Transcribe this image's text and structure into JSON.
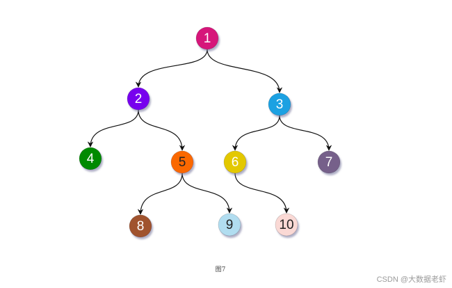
{
  "diagram": {
    "nodes": [
      {
        "id": "n1",
        "label": "1",
        "fill": "#d6127a",
        "text_color": "#ffffff"
      },
      {
        "id": "n2",
        "label": "2",
        "fill": "#7700ee",
        "text_color": "#ffffff"
      },
      {
        "id": "n3",
        "label": "3",
        "fill": "#1ba1e2",
        "text_color": "#ffffff"
      },
      {
        "id": "n4",
        "label": "4",
        "fill": "#008a00",
        "text_color": "#ffffff"
      },
      {
        "id": "n5",
        "label": "5",
        "fill": "#fa6800",
        "text_color": "#222222"
      },
      {
        "id": "n6",
        "label": "6",
        "fill": "#e3c800",
        "text_color": "#ffffff"
      },
      {
        "id": "n7",
        "label": "7",
        "fill": "#76608a",
        "text_color": "#ffffff"
      },
      {
        "id": "n8",
        "label": "8",
        "fill": "#a0522d",
        "text_color": "#ffffff"
      },
      {
        "id": "n9",
        "label": "9",
        "fill": "#b1ddf0",
        "text_color": "#222222"
      },
      {
        "id": "n10",
        "label": "10",
        "fill": "#fad9d5",
        "text_color": "#222222"
      }
    ],
    "edges": [
      {
        "from": "n1",
        "to": "n2"
      },
      {
        "from": "n1",
        "to": "n3"
      },
      {
        "from": "n2",
        "to": "n4"
      },
      {
        "from": "n2",
        "to": "n5"
      },
      {
        "from": "n3",
        "to": "n6"
      },
      {
        "from": "n3",
        "to": "n7"
      },
      {
        "from": "n5",
        "to": "n8"
      },
      {
        "from": "n5",
        "to": "n9"
      },
      {
        "from": "n6",
        "to": "n10"
      }
    ]
  },
  "caption": "图7",
  "watermark": "CSDN @大数据老虾"
}
